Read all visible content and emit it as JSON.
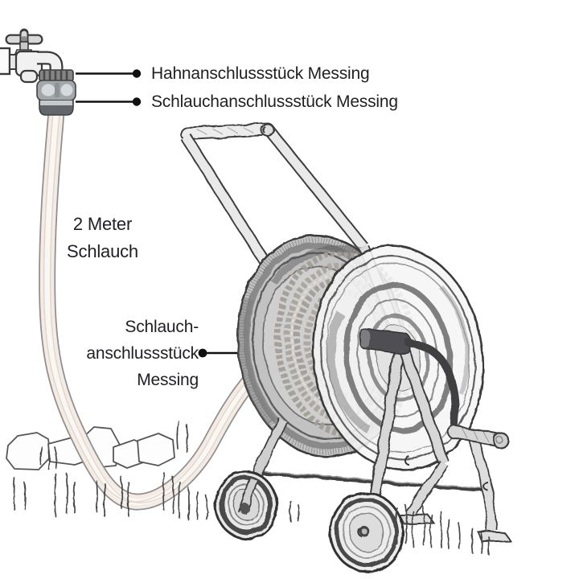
{
  "diagram": {
    "labels": {
      "tap_connector": "Hahnanschlussstück Messing",
      "hose_connector": "Schlauchanschlussstück Messing",
      "hose_length": [
        "2 Meter",
        "Schlauch"
      ],
      "reel_connector": [
        "Schlauch-",
        "anschlussstück",
        "Messing"
      ]
    },
    "colors": {
      "background": "#ffffff",
      "text": "#1f2023",
      "leader_line": "#101010",
      "hose_fill": "#f3ebe4",
      "hose_highlight": "#faf6f1",
      "hose_outline": "#8f8f8f",
      "tap_fill": "#f1f1f1",
      "tap_outline": "#3a3a3a",
      "nut_gray": "#858585",
      "connector_gray": "#a2a7aa",
      "connector_dark": "#63666a",
      "sketch_dark": "#3c3c3e",
      "sketch_mid": "#9a9a9c",
      "sketch_light": "#e9e9e9"
    }
  }
}
